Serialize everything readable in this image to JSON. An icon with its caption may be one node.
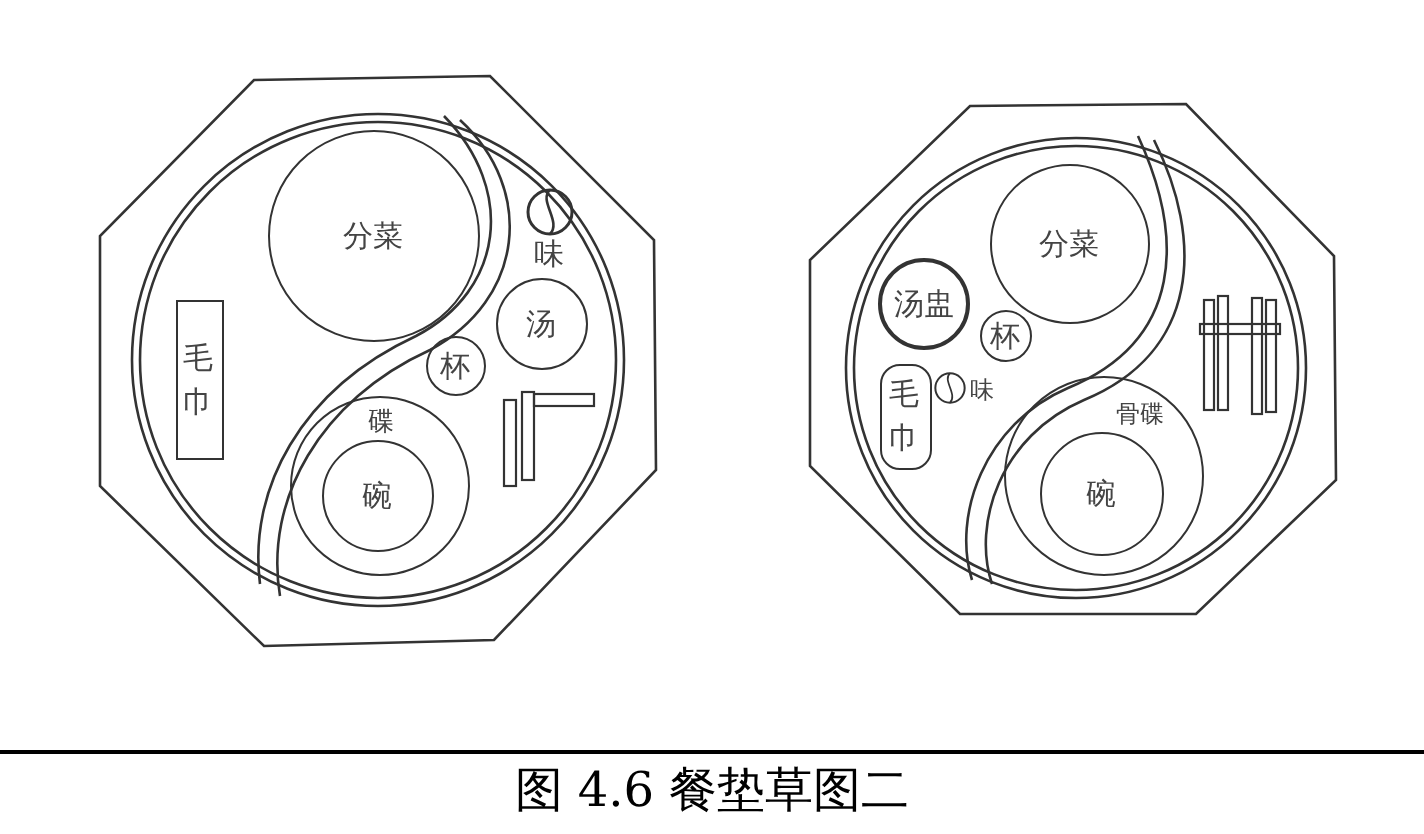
{
  "diagram": {
    "caption": "图 4.6  餐垫草图二",
    "nodes": [
      {
        "text": [
          "分菜"
        ]
      },
      {
        "text": [
          "味"
        ]
      },
      {
        "text": [
          "汤"
        ]
      },
      {
        "text": [
          "杯"
        ]
      },
      {
        "text": [
          "碟"
        ]
      },
      {
        "text": [
          "碗"
        ],
        "in": 4
      },
      {
        "text": [
          "毛巾"
        ]
      },
      {
        "text": [
          "分菜"
        ]
      },
      {
        "text": [
          "汤盅"
        ]
      },
      {
        "text": [
          "杯"
        ]
      },
      {
        "text": [
          "毛巾"
        ]
      },
      {
        "text": [
          "味"
        ]
      },
      {
        "text": [
          "骨碟"
        ]
      },
      {
        "text": [
          "碗"
        ],
        "in": 12
      }
    ]
  }
}
